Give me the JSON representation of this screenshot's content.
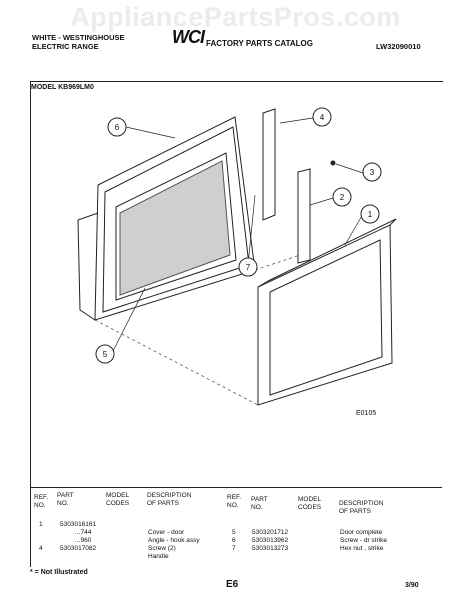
{
  "watermark": "AppliancePartsPros.com",
  "header": {
    "brand_line1": "WHITE - WESTINGHOUSE",
    "brand_line2": "ELECTRIC RANGE",
    "logo": "WCI",
    "catalog": "FACTORY PARTS CATALOG",
    "catalog_code": "LW32090010"
  },
  "model_label": "MODEL KB969LM0",
  "callouts": [
    "1",
    "2",
    "3",
    "4",
    "5",
    "6",
    "7"
  ],
  "diagram_code": "E0105",
  "table": {
    "headers": {
      "ref": [
        "REF.",
        "NO."
      ],
      "part": [
        "PART",
        "NO."
      ],
      "model": [
        "MODEL",
        "CODES"
      ],
      "desc": [
        "DESCRIPTION",
        "OF PARTS"
      ]
    },
    "left_rows": [
      {
        "ref": "1",
        "part": "5303016161",
        "desc": ""
      },
      {
        "ref": "",
        "part": "…744",
        "desc": "Cover - door"
      },
      {
        "ref": "",
        "part": "…960",
        "desc": "Angle - hook assy"
      },
      {
        "ref": "4",
        "part": "5303017082",
        "desc": "Screw (2)"
      },
      {
        "ref": "",
        "part": "",
        "desc": "Handle"
      }
    ],
    "right_rows": [
      {
        "ref": "5",
        "part": "5303201712",
        "desc": "Door complete"
      },
      {
        "ref": "6",
        "part": "5303013962",
        "desc": "Screw - dr strike"
      },
      {
        "ref": "7",
        "part": "5303013273",
        "desc": "Hex nut , strike"
      }
    ]
  },
  "footer": {
    "note": "* = Not Illustrated",
    "page": "E6",
    "date": "3/90"
  }
}
